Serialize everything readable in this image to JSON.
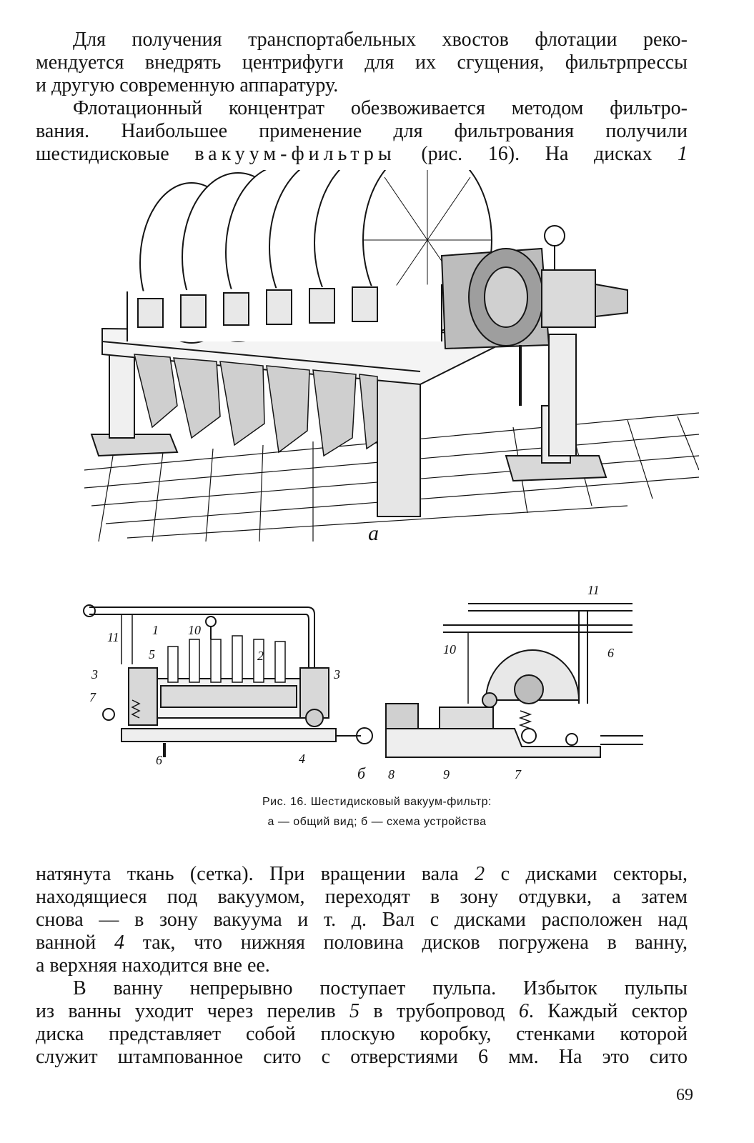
{
  "top_text": {
    "p1": [
      "Для получения транспортабельных хвостов флотации реко-",
      "мендуется внедрять центрифуги для их сгущения, фильтрпрессы",
      "и другую современную аппаратуру."
    ],
    "p2_line1": "Флотационный концентрат обезвоживается методом фильтро-",
    "p2_line2": "вания. Наибольшее применение для фильтрования получили",
    "p2_line3_a": "шестидисковые",
    "p2_line3_spaced": "вакуум-фильтры",
    "p2_line3_b": "(рис. 16). На дисках",
    "p2_line3_num": "1"
  },
  "figure": {
    "part_a_label": "а",
    "part_b_label": "б",
    "callouts_left": [
      "1",
      "2",
      "3",
      "3",
      "4",
      "5",
      "6",
      "7",
      "10",
      "11"
    ],
    "callouts_right": [
      "6",
      "7",
      "8",
      "9",
      "10",
      "11"
    ],
    "caption_line1": "Рис. 16. Шестидисковый вакуум-фильтр:",
    "caption_line2": "а — общий вид; б — схема устройства"
  },
  "bottom_text": {
    "p3": [
      {
        "text": "натянута ткань (сетка). При вращении вала ",
        "num": "2",
        "rest": " с дисками секторы,"
      },
      {
        "text": "находящиеся под вакуумом, переходят в зону отдувки, а затем"
      },
      {
        "text": "снова — в зону вакуума и т. д. Вал с дисками расположен над"
      },
      {
        "text": "ванной ",
        "num": "4",
        "rest": " так, что нижняя половина дисков погружена в ванну,"
      },
      {
        "text": "а верхняя находится вне ее."
      }
    ],
    "p4": [
      {
        "text": "В ванну непрерывно поступает пульпа. Избыток пульпы"
      },
      {
        "text": "из ванны уходит через перелив ",
        "num": "5",
        "rest": " в трубопровод ",
        "num2": "6",
        "rest2": ". Каждый сектор"
      },
      {
        "text": "диска представляет собой плоскую коробку, стенками которой"
      },
      {
        "text": "служит штампованное сито с отверстиями 6 мм. На это сито"
      }
    ]
  },
  "page_number": "69"
}
